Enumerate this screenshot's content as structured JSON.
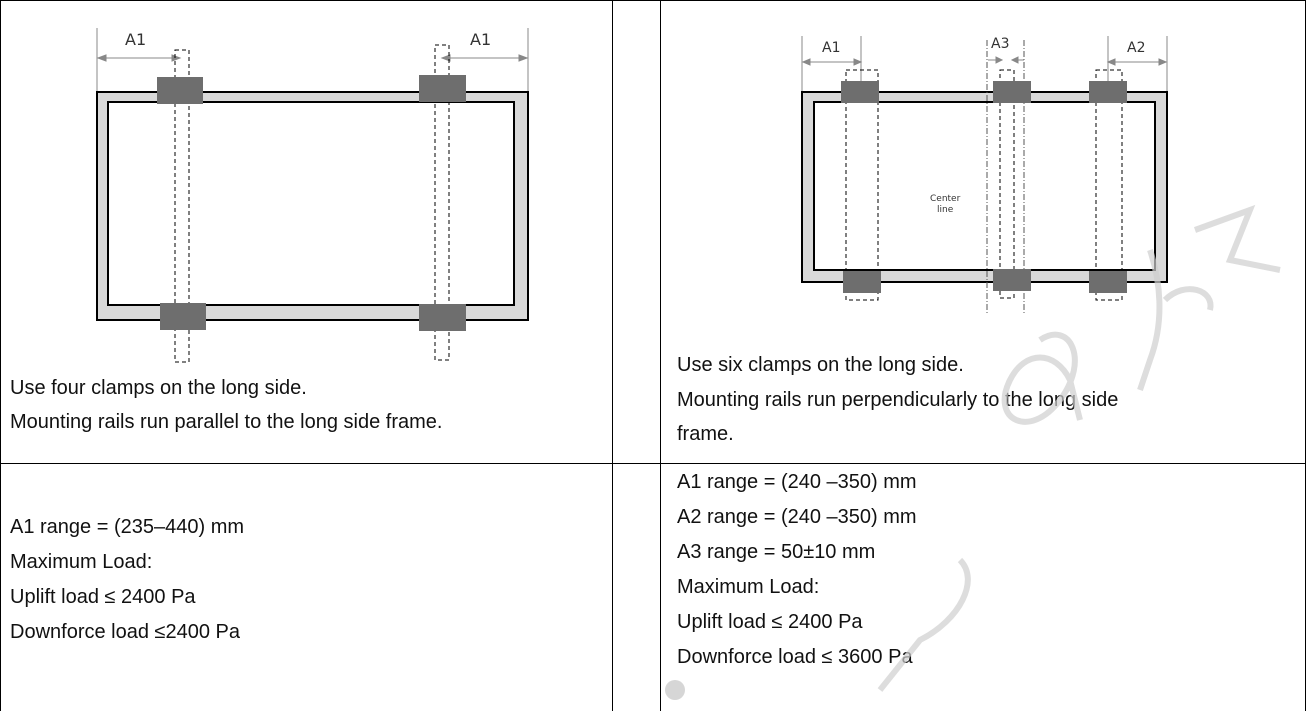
{
  "left": {
    "dims": {
      "left_label": "A1",
      "right_label": "A1"
    },
    "caption": [
      "Use four clamps on the long side.",
      "Mounting rails run parallel to the long side frame."
    ],
    "specs": [
      "A1 range = (235–440) mm",
      "Maximum Load:",
      "Uplift load ≤ 2400 Pa",
      "Downforce load ≤2400 Pa"
    ]
  },
  "right": {
    "dims": {
      "a1": "A1",
      "a3": "A3",
      "a2": "A2"
    },
    "center_line": [
      "Center",
      "line"
    ],
    "caption": [
      "Use six clamps on the long side.",
      "Mounting rails run perpendicularly to the long side",
      "frame."
    ],
    "specs": [
      "A1 range = (240 –350) mm",
      "A2 range = (240 –350) mm",
      "A3 range = 50±10 mm",
      "Maximum Load:",
      "Uplift load ≤ 2400 Pa",
      "Downforce load ≤ 3600 Pa"
    ]
  },
  "colors": {
    "frame_fill": "#d9d9d9",
    "clamp": "#6e6e6e",
    "watermark": "#cfcfcf"
  }
}
